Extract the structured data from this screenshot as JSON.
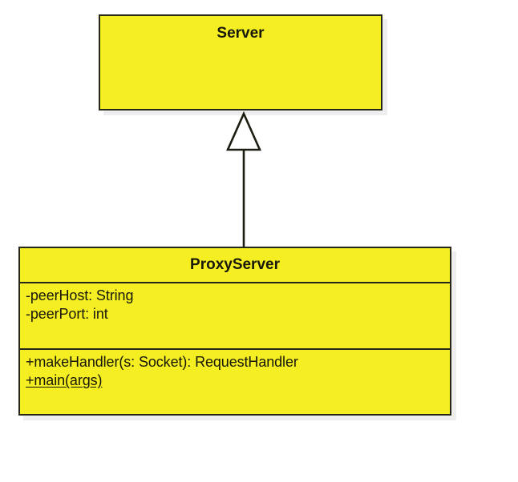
{
  "diagram": {
    "type": "uml-class-diagram",
    "background_color": "#ffffff",
    "class_fill_color": "#f4ee23",
    "border_color": "#262619",
    "text_color": "#181808",
    "classes": [
      {
        "id": "server",
        "name": "Server",
        "attributes": [],
        "methods": [],
        "has_compartments": false
      },
      {
        "id": "proxyserver",
        "name": "ProxyServer",
        "attributes": [
          {
            "text": "-peerHost: String",
            "visibility": "private",
            "static": false
          },
          {
            "text": "-peerPort: int",
            "visibility": "private",
            "static": false
          }
        ],
        "methods": [
          {
            "text": "+makeHandler(s: Socket): RequestHandler",
            "visibility": "public",
            "static": false
          },
          {
            "text": "+main(args)",
            "visibility": "public",
            "static": true
          }
        ],
        "has_compartments": true
      }
    ],
    "relationships": [
      {
        "id": "generalization-server-proxyserver",
        "kind": "generalization",
        "label": "",
        "source": "ProxyServer",
        "target": "Server",
        "arrowhead": "hollow-triangle"
      }
    ]
  }
}
